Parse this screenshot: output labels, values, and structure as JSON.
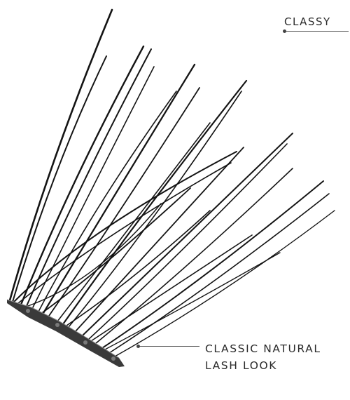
{
  "labels": {
    "top": "CLASSY",
    "bottom_line1": "CLASSIC NATURAL",
    "bottom_line2": "LASH LOOK"
  },
  "colors": {
    "lash": "#141414",
    "text": "#2b2b2b",
    "background": "#ffffff"
  }
}
